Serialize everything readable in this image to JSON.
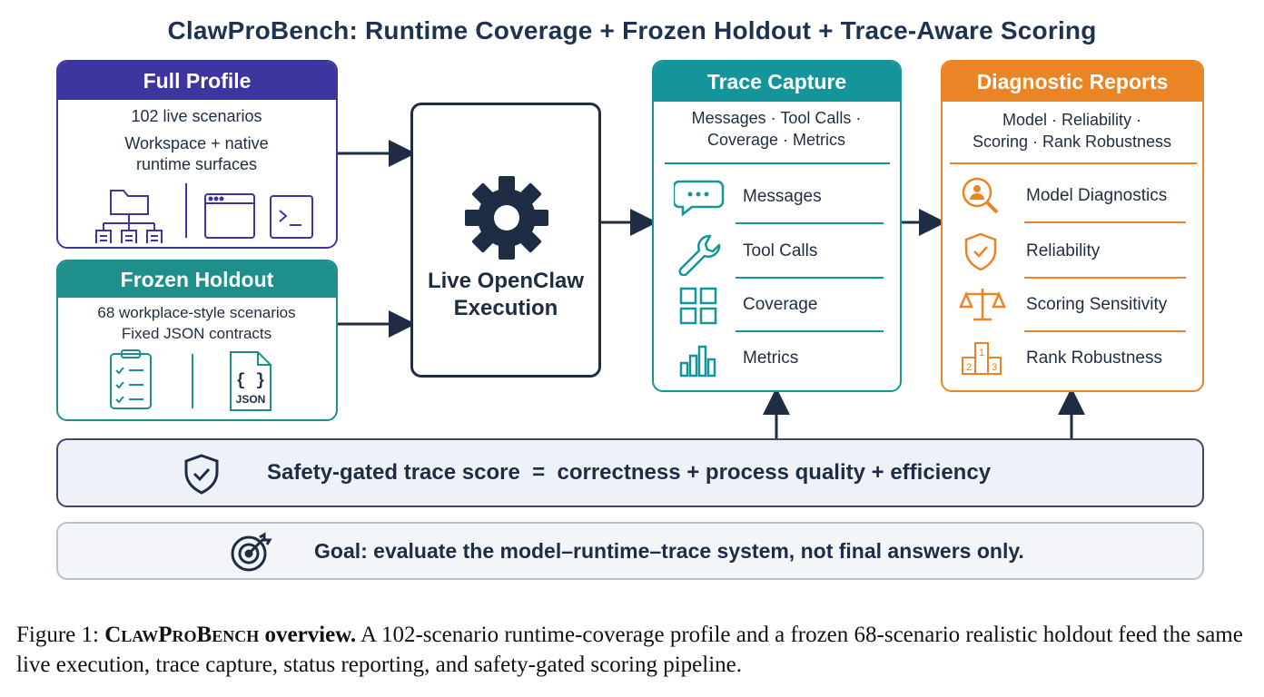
{
  "title": "ClawProBench: Runtime Coverage + Frozen Holdout + Trace-Aware Scoring",
  "colors": {
    "full_profile": "#3d35a0",
    "frozen_holdout": "#1e8f8a",
    "trace_capture": "#14959a",
    "diagnostic": "#ea8424",
    "dark": "#1f2d44",
    "safety_bg": "#eef1f7",
    "goal_bg": "#f3f5f9"
  },
  "full_profile": {
    "header": "Full Profile",
    "line1": "102 live scenarios",
    "line2": "Workspace + native",
    "line3": "runtime surfaces"
  },
  "frozen_holdout": {
    "header": "Frozen Holdout",
    "line1": "68 workplace-style scenarios",
    "line2": "Fixed JSON contracts",
    "json_icon_label": "JSON",
    "json_braces": "{ }"
  },
  "execution": {
    "line1": "Live OpenClaw",
    "line2": "Execution"
  },
  "trace_capture": {
    "header": "Trace Capture",
    "sub1": "Messages · Tool Calls ·",
    "sub2": "Coverage · Metrics",
    "items": [
      {
        "label": "Messages",
        "icon": "chat-icon"
      },
      {
        "label": "Tool Calls",
        "icon": "wrench-icon"
      },
      {
        "label": "Coverage",
        "icon": "grid-icon"
      },
      {
        "label": "Metrics",
        "icon": "bar-chart-icon"
      }
    ]
  },
  "diagnostic": {
    "header": "Diagnostic Reports",
    "sub1": "Model · Reliability ·",
    "sub2": "Scoring · Rank Robustness",
    "items": [
      {
        "label": "Model Diagnostics",
        "icon": "magnifier-person-icon"
      },
      {
        "label": "Reliability",
        "icon": "shield-check-icon"
      },
      {
        "label": "Scoring Sensitivity",
        "icon": "balance-scale-icon"
      },
      {
        "label": "Rank Robustness",
        "icon": "podium-icon"
      }
    ],
    "podium_labels": [
      "1",
      "2",
      "3"
    ]
  },
  "safety": {
    "text": "Safety-gated trace score  =  correctness + process quality + efficiency",
    "icon": "shield-check-icon"
  },
  "goal": {
    "text": "Goal: evaluate the model–runtime–trace system, not final answers only.",
    "icon": "target-icon"
  },
  "caption": {
    "prefix": "Figure 1: ",
    "name": "ClawProBench",
    "bold_rest": " overview.",
    "body": " A 102-scenario runtime-coverage profile and a frozen 68-scenario realistic holdout feed the same live execution, trace capture, status reporting, and safety-gated scoring pipeline."
  }
}
